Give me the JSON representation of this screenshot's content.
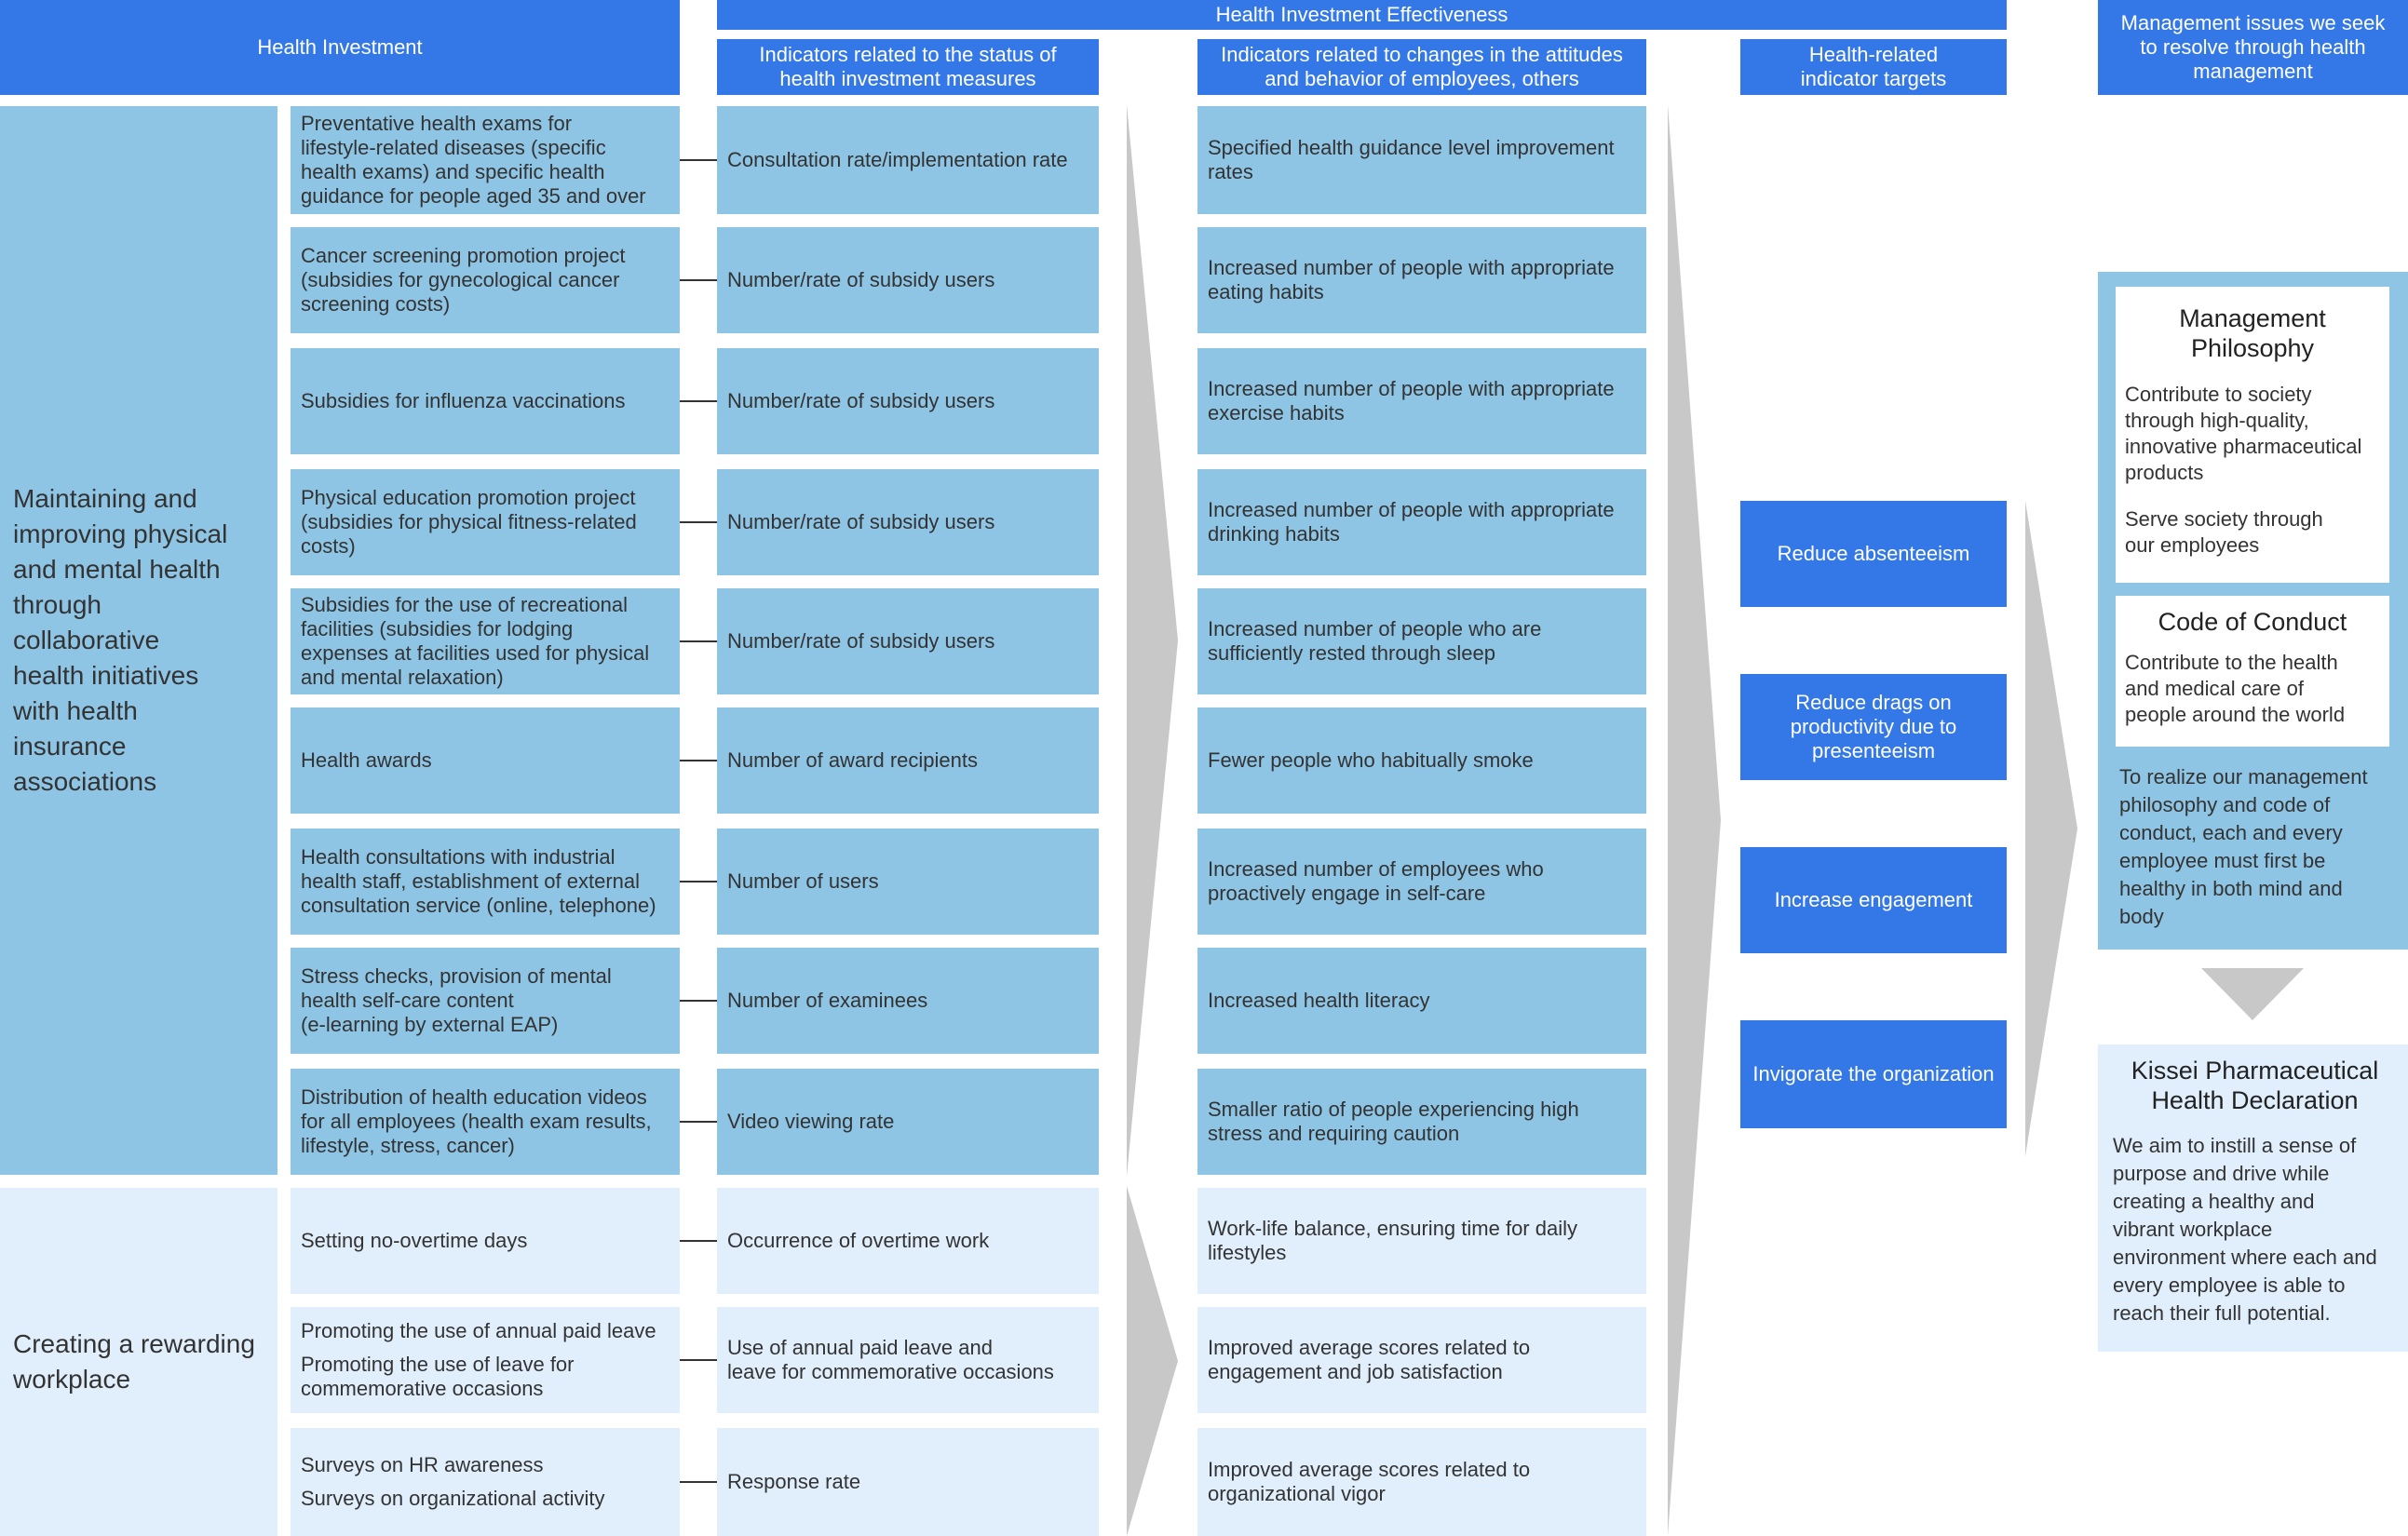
{
  "headers": {
    "investment": "Health Investment",
    "effectiveness": "Health Investment Effectiveness",
    "indicators_status": [
      "Indicators related to the status of",
      "health investment measures"
    ],
    "indicators_changes": [
      "Indicators related to changes in the attitudes",
      "and behavior of employees, others"
    ],
    "targets": [
      "Health-related",
      "indicator targets"
    ],
    "issues": [
      "Management issues we seek",
      "to resolve through health",
      "management"
    ]
  },
  "categories": {
    "physical_mental": [
      "Maintaining and",
      "improving physical",
      "and mental health",
      "through",
      "collaborative",
      "health initiatives",
      "with health",
      "insurance",
      "associations"
    ],
    "rewarding": [
      "Creating a rewarding",
      "workplace"
    ]
  },
  "rows": [
    {
      "measure": [
        "Preventative health exams for",
        "lifestyle-related diseases (specific",
        "health exams) and specific health",
        "guidance for people aged 35 and over"
      ],
      "status": [
        "Consultation rate/implementation rate"
      ],
      "change": [
        "Specified health guidance level improvement",
        "rates"
      ]
    },
    {
      "measure": [
        "Cancer screening promotion project",
        "(subsidies for gynecological cancer",
        "screening costs)"
      ],
      "status": [
        "Number/rate of subsidy users"
      ],
      "change": [
        "Increased number of people with appropriate",
        "eating habits"
      ]
    },
    {
      "measure": [
        "Subsidies for influenza vaccinations"
      ],
      "status": [
        "Number/rate of subsidy users"
      ],
      "change": [
        "Increased number of people with appropriate",
        "exercise habits"
      ]
    },
    {
      "measure": [
        "Physical education promotion project",
        "(subsidies for physical fitness-related",
        "costs)"
      ],
      "status": [
        "Number/rate of subsidy users"
      ],
      "change": [
        "Increased number of people with appropriate",
        "drinking habits"
      ]
    },
    {
      "measure": [
        "Subsidies for the use of recreational",
        "facilities (subsidies for lodging",
        "expenses at facilities used for physical",
        "and mental relaxation)"
      ],
      "status": [
        "Number/rate of subsidy users"
      ],
      "change": [
        "Increased number of people who are",
        "sufficiently rested through sleep"
      ]
    },
    {
      "measure": [
        "Health awards"
      ],
      "status": [
        "Number of award recipients"
      ],
      "change": [
        "Fewer people who habitually smoke"
      ]
    },
    {
      "measure": [
        "Health consultations with industrial",
        "health staff, establishment of external",
        "consultation service (online, telephone)"
      ],
      "status": [
        "Number of users"
      ],
      "change": [
        "Increased number of employees who",
        "proactively engage in self-care"
      ]
    },
    {
      "measure": [
        "Stress checks, provision of mental",
        "health self-care content",
        "(e-learning by external EAP)"
      ],
      "status": [
        "Number of examinees"
      ],
      "change": [
        "Increased health literacy"
      ]
    },
    {
      "measure": [
        "Distribution of health education videos",
        "for all employees (health exam results,",
        "lifestyle, stress, cancer)"
      ],
      "status": [
        "Video viewing rate"
      ],
      "change": [
        "Smaller ratio of people experiencing high",
        "stress and requiring caution"
      ]
    },
    {
      "measure": [
        "Setting no-overtime days"
      ],
      "status": [
        "Occurrence of overtime work"
      ],
      "change": [
        "Work-life balance, ensuring time for daily",
        "lifestyles"
      ]
    },
    {
      "measure": [
        "Promoting the use of annual paid leave",
        "",
        "Promoting the use of leave for",
        "commemorative occasions"
      ],
      "status": [
        "Use of annual paid leave and",
        "leave for commemorative occasions"
      ],
      "change": [
        "Improved average scores related to",
        "engagement and job satisfaction"
      ]
    },
    {
      "measure": [
        "Surveys on HR awareness",
        "",
        "Surveys on organizational activity"
      ],
      "status": [
        "Response rate"
      ],
      "change": [
        "Improved average scores related to",
        "organizational vigor"
      ]
    }
  ],
  "targets": [
    [
      "Reduce absenteeism"
    ],
    [
      "Reduce drags on",
      "productivity due to",
      "presenteeism"
    ],
    [
      "Increase engagement"
    ],
    [
      "Invigorate the organization"
    ]
  ],
  "management": {
    "philosophy_title": [
      "Management",
      "Philosophy"
    ],
    "philosophy_text_1": [
      "Contribute to society",
      "through high-quality,",
      "innovative pharmaceutical",
      "products"
    ],
    "philosophy_text_2": [
      "Serve society through",
      "our employees"
    ],
    "conduct_title": "Code of Conduct",
    "conduct_text": [
      "Contribute to the health",
      "and medical care of",
      "people around the world"
    ],
    "realize_text": [
      "To realize our management",
      "philosophy and code of",
      "conduct, each and every",
      "employee must first be",
      "healthy in both mind and",
      "body"
    ],
    "declaration_title": [
      "Kissei Pharmaceutical",
      "Health Declaration"
    ],
    "declaration_text": [
      "We aim to instill a sense of",
      "purpose and drive while",
      "creating a healthy and",
      "vibrant workplace",
      "environment where each and",
      "every employee is able to",
      "reach their full potential."
    ]
  },
  "colors": {
    "header_blue": "#3378e6",
    "dark_cell": "#8ec5e5",
    "light_cell": "#e1effc",
    "arrow_gray": "#c8c8c8"
  }
}
